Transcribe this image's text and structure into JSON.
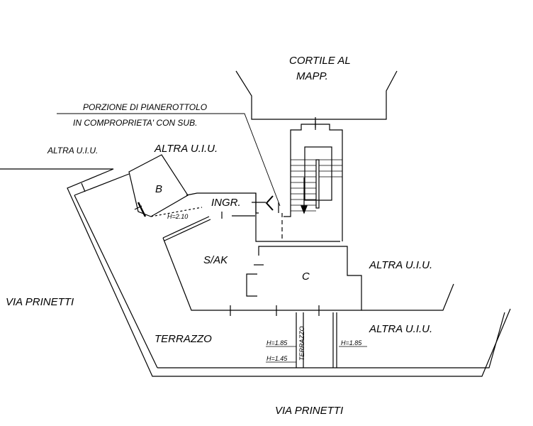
{
  "labels": {
    "cortile_line1": "CORTILE AL",
    "cortile_line2": "MAPP.",
    "pianerottolo_line1": "PORZIONE DI PIANEROTTOLO",
    "pianerottolo_line2": "IN COMPROPRIETA' CON SUB.",
    "altra_uiu_left": "ALTRA U.I.U.",
    "altra_uiu_top": "ALTRA U.I.U.",
    "altra_uiu_right1": "ALTRA U.I.U.",
    "altra_uiu_right2": "ALTRA U.I.U.",
    "room_b": "B",
    "h_b": "H=2.10",
    "ingresso": "INGR.",
    "sak": "S/AK",
    "room_c": "C",
    "via_left": "VIA PRINETTI",
    "via_bottom": "VIA PRINETTI",
    "terrazzo": "TERRAZZO",
    "terrazzo_vertical": "TERRAZZO",
    "h1": "H=1.85",
    "h2": "H=1.45",
    "h3": "H=1.85"
  }
}
